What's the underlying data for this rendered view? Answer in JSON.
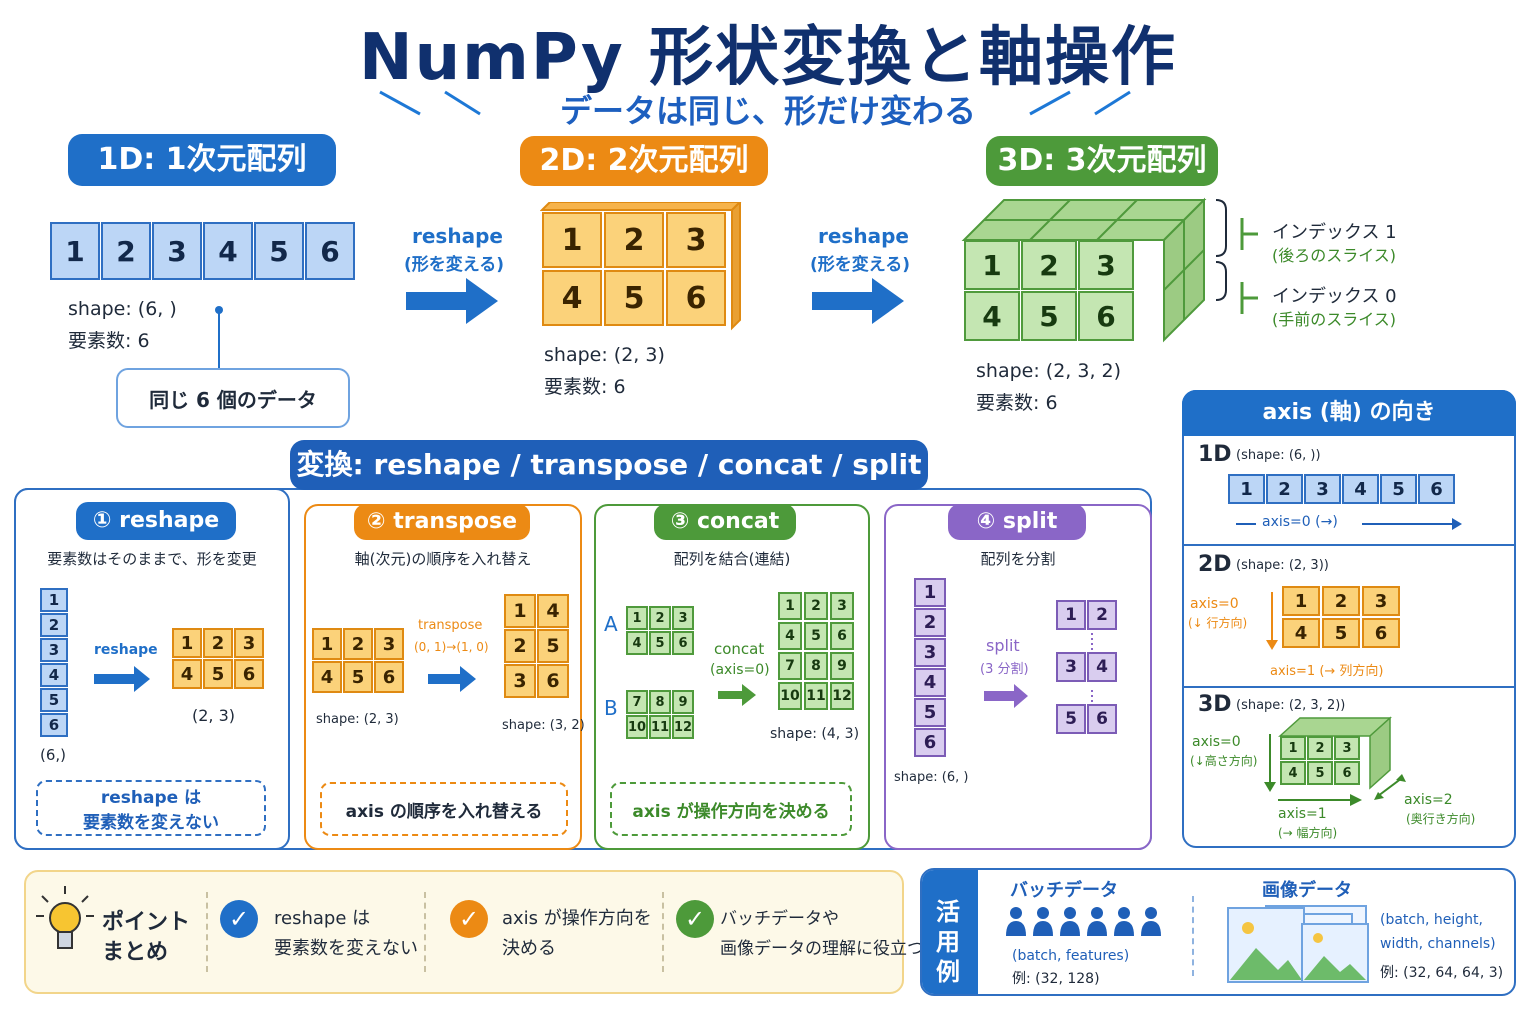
{
  "title": "NumPy 形状変換と軸操作",
  "subtitle": "データは同じ、形だけ変わる",
  "top": {
    "d1": {
      "label": "1D: 1次元配列",
      "cells": [
        "1",
        "2",
        "3",
        "4",
        "5",
        "6"
      ],
      "shape": "shape: (6, )",
      "count": "要素数: 6",
      "note": "同じ 6 個のデータ"
    },
    "arrow1": {
      "label": "reshape",
      "sub": "(形を変える)"
    },
    "d2": {
      "label": "2D: 2次元配列",
      "cells": [
        "1",
        "2",
        "3",
        "4",
        "5",
        "6"
      ],
      "shape": "shape: (2, 3)",
      "count": "要素数: 6"
    },
    "arrow2": {
      "label": "reshape",
      "sub": "(形を変える)"
    },
    "d3": {
      "label": "3D: 3次元配列",
      "cells": [
        "1",
        "2",
        "3",
        "4",
        "5",
        "6"
      ],
      "shape": "shape: (2, 3, 2)",
      "count": "要素数: 6",
      "idx1": "インデックス 1",
      "idx1_sub": "(後ろのスライス)",
      "idx0": "インデックス 0",
      "idx0_sub": "(手前のスライス)"
    }
  },
  "transform": {
    "banner": "変換: reshape / transpose / concat / split",
    "reshape": {
      "title": "① reshape",
      "desc": "要素数はそのままで、形を変更",
      "col": [
        "1",
        "2",
        "3",
        "4",
        "5",
        "6"
      ],
      "col_shape": "(6,)",
      "arrow": "reshape",
      "grid": [
        "1",
        "2",
        "3",
        "4",
        "5",
        "6"
      ],
      "grid_shape": "(2, 3)",
      "note_line1": "reshape は",
      "note_line2": "要素数を変えない"
    },
    "transpose": {
      "title": "② transpose",
      "desc": "軸(次元)の順序を入れ替え",
      "grid": [
        "1",
        "2",
        "3",
        "4",
        "5",
        "6"
      ],
      "grid_shape": "shape: (2, 3)",
      "arrow": "transpose",
      "arrow_sub": "(0, 1)→(1, 0)",
      "tgrid": [
        "1",
        "4",
        "2",
        "5",
        "3",
        "6"
      ],
      "tgrid_shape": "shape: (3, 2)",
      "note": "axis の順序を入れ替える"
    },
    "concat": {
      "title": "③ concat",
      "desc": "配列を結合(連結)",
      "a_label": "A",
      "a": [
        "1",
        "2",
        "3",
        "4",
        "5",
        "6"
      ],
      "b_label": "B",
      "b": [
        "7",
        "8",
        "9",
        "10",
        "11",
        "12"
      ],
      "arrow": "concat",
      "arrow_sub": "(axis=0)",
      "result": [
        "1",
        "2",
        "3",
        "4",
        "5",
        "6",
        "7",
        "8",
        "9",
        "10",
        "11",
        "12"
      ],
      "result_shape": "shape: (4, 3)",
      "note": "axis が操作方向を決める"
    },
    "split": {
      "title": "④ split",
      "desc": "配列を分割",
      "col": [
        "1",
        "2",
        "3",
        "4",
        "5",
        "6"
      ],
      "col_shape": "shape: (6, )",
      "arrow": "split",
      "arrow_sub": "(3 分割)",
      "parts": [
        [
          "1",
          "2"
        ],
        [
          "3",
          "4"
        ],
        [
          "5",
          "6"
        ]
      ]
    }
  },
  "axis": {
    "title": "axis (軸) の向き",
    "d1": {
      "label": "1D",
      "shape": "(shape: (6, ))",
      "cells": [
        "1",
        "2",
        "3",
        "4",
        "5",
        "6"
      ],
      "axis0": "axis=0 (→)"
    },
    "d2": {
      "label": "2D",
      "shape": "(shape: (2, 3))",
      "cells": [
        "1",
        "2",
        "3",
        "4",
        "5",
        "6"
      ],
      "axis0": "axis=0",
      "axis0_sub": "(↓ 行方向)",
      "axis1": "axis=1 (→ 列方向)"
    },
    "d3": {
      "label": "3D",
      "shape": "(shape: (2, 3, 2))",
      "cells": [
        "1",
        "2",
        "3",
        "4",
        "5",
        "6"
      ],
      "axis0": "axis=0",
      "axis0_sub": "(↓高さ方向)",
      "axis1": "axis=1",
      "axis1_sub": "(→ 幅方向)",
      "axis2": "axis=2",
      "axis2_sub": "(奥行き方向)"
    }
  },
  "summary": {
    "head1": "ポイント",
    "head2": "まとめ",
    "item1_l1": "reshape は",
    "item1_l2": "要素数を変えない",
    "item2_l1": "axis が操作方向を",
    "item2_l2": "決める",
    "item3_l1": "バッチデータや",
    "item3_l2": "画像データの理解に役立つ",
    "check": "✓"
  },
  "usage": {
    "label": [
      "活",
      "用",
      "例"
    ],
    "batch_title": "バッチデータ",
    "batch_shape": "(batch, features)",
    "batch_ex": "例: (32, 128)",
    "image_title": "画像データ",
    "image_shape_l1": "(batch, height,",
    "image_shape_l2": "width, channels)",
    "image_ex": "例: (32, 64, 64, 3)"
  },
  "colors": {
    "blue": "#1f6fc8",
    "orange": "#ec8a14",
    "green": "#4d9a3a",
    "purple": "#8a66c7",
    "navy": "#10306e"
  }
}
